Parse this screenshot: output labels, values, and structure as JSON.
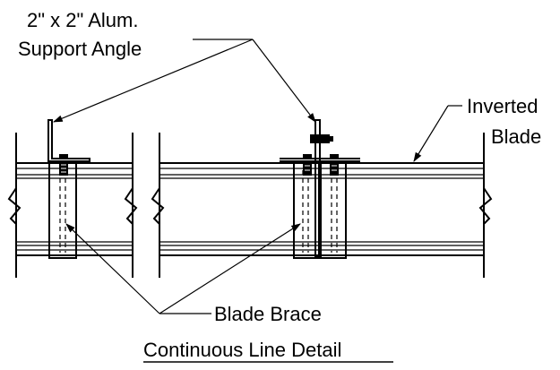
{
  "labels": {
    "support_angle_line1": "2\" x 2\" Alum.",
    "support_angle_line2": "Support Angle",
    "inverted_blade_line1": "Inverted",
    "inverted_blade_line2": "Blade",
    "blade_brace": "Blade Brace",
    "title": "Continuous Line Detail"
  }
}
